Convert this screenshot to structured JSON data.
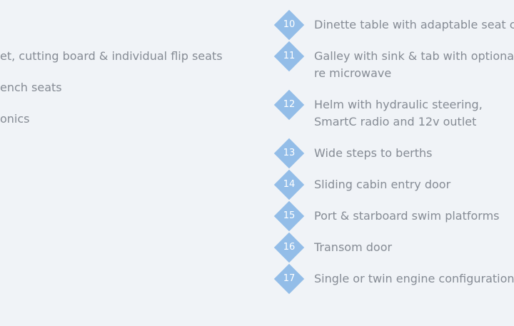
{
  "left_items": [
    {
      "label": "et, cutting board & individual flip seats"
    },
    {
      "label": "ench seats"
    },
    {
      "label": "onics"
    }
  ],
  "right_items": [
    {
      "number": "10",
      "label": "Dinette table with adaptable seat con"
    },
    {
      "number": "11",
      "label": "Galley with sink & tab with optional re microwave"
    },
    {
      "number": "12",
      "label": "Helm with hydraulic steering, SmartC radio and 12v outlet"
    },
    {
      "number": "13",
      "label": "Wide steps to berths"
    },
    {
      "number": "14",
      "label": "Sliding cabin entry door"
    },
    {
      "number": "15",
      "label": "Port & starboard swim platforms"
    },
    {
      "number": "16",
      "label": "Transom door"
    },
    {
      "number": "17",
      "label": "Single or twin engine configuration (m"
    }
  ],
  "colors": {
    "background": "#f0f3f7",
    "text": "#858b94",
    "marker": "#93bde8",
    "marker_text": "#ffffff"
  }
}
